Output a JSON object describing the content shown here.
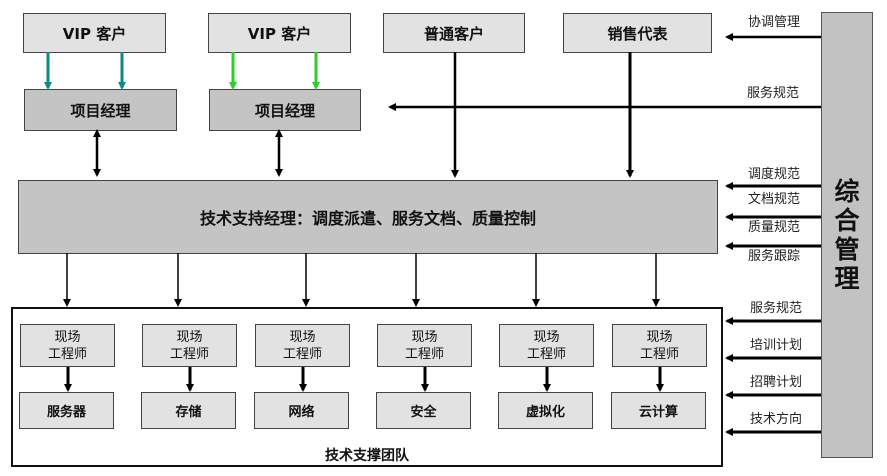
{
  "top_boxes": [
    {
      "label": "VIP 客户",
      "arrow_color": "#0f8a82"
    },
    {
      "label": "VIP 客户",
      "arrow_color": "#2ecc2e"
    },
    {
      "label": "普通客户"
    },
    {
      "label": "销售代表"
    }
  ],
  "project_managers": [
    {
      "label": "项目经理"
    },
    {
      "label": "项目经理"
    }
  ],
  "tech_support_manager": {
    "label": "技术支持经理：调度派遣、服务文档、质量控制"
  },
  "team": {
    "title": "技术支撑团队",
    "columns": [
      {
        "engineer_line1": "现场",
        "engineer_line2": "工程师",
        "area": "服务器"
      },
      {
        "engineer_line1": "现场",
        "engineer_line2": "工程师",
        "area": "存储"
      },
      {
        "engineer_line1": "现场",
        "engineer_line2": "工程师",
        "area": "网络"
      },
      {
        "engineer_line1": "现场",
        "engineer_line2": "工程师",
        "area": "安全"
      },
      {
        "engineer_line1": "现场",
        "engineer_line2": "工程师",
        "area": "虚拟化"
      },
      {
        "engineer_line1": "现场",
        "engineer_line2": "工程师",
        "area": "云计算"
      }
    ]
  },
  "management": {
    "label": "综合管理",
    "flows": [
      "协调管理",
      "服务规范",
      "调度规范",
      "文档规范",
      "质量规范",
      "服务跟踪",
      "服务规范",
      "培训计划",
      "招聘计划",
      "技术方向"
    ]
  },
  "colors": {
    "box_light": "#e2e2e2",
    "box_mid": "#c4c4c4",
    "teal": "#0f8a82",
    "green": "#2ecc2e"
  }
}
